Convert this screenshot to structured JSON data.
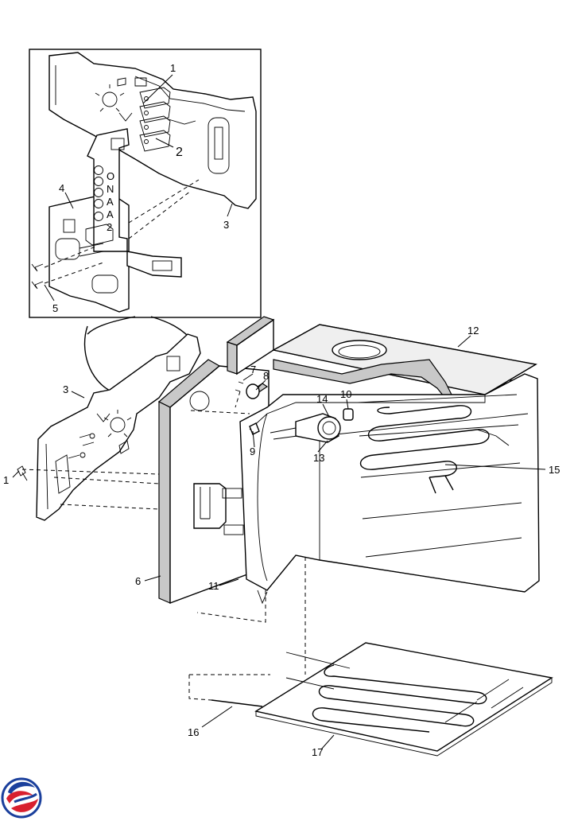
{
  "callouts": {
    "c1_inset": "1",
    "c2_inset": "2",
    "c3_inset": "3",
    "c4_inset": "4",
    "c5_inset": "5",
    "c1": "1",
    "c3": "3",
    "c6": "6",
    "c7": "7",
    "c8": "8",
    "c9": "9",
    "c10": "10",
    "c11": "11",
    "c12": "12",
    "c13": "13",
    "c14": "14",
    "c15": "15",
    "c16": "16",
    "c17": "17"
  },
  "panel_markings": {
    "mark_a": "O",
    "mark_b": "N",
    "mark_c": "A",
    "mark_d": "A",
    "mark_e": "2"
  },
  "logo": {
    "name": "brand-logo",
    "colors": [
      "#1a3f9c",
      "#d8202f"
    ]
  },
  "colors": {
    "line": "#000000",
    "insulation": "#c8c8c8",
    "background": "#ffffff"
  }
}
